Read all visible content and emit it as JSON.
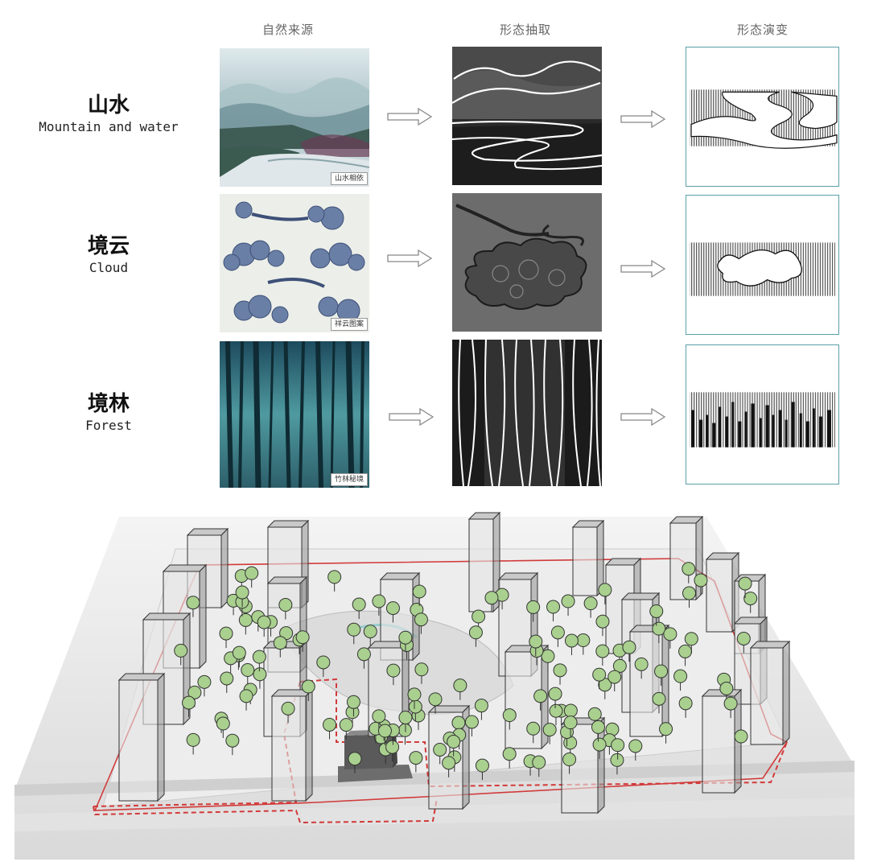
{
  "columns": [
    "自然来源",
    "形态抽取",
    "形态演变"
  ],
  "rows": [
    {
      "title_cn": "山水",
      "title_en": "Mountain and water",
      "caption": "山水相依"
    },
    {
      "title_cn": "境云",
      "title_en": "Cloud",
      "caption": "祥云图案"
    },
    {
      "title_cn": "境林",
      "title_en": "Forest",
      "caption": "竹林秘境"
    }
  ],
  "colors": {
    "panel_border": "#5aa0a8",
    "boundary_red": "#d23a3a",
    "tree_green": "#a9d08e",
    "building_gray": "#8a8a8a"
  }
}
